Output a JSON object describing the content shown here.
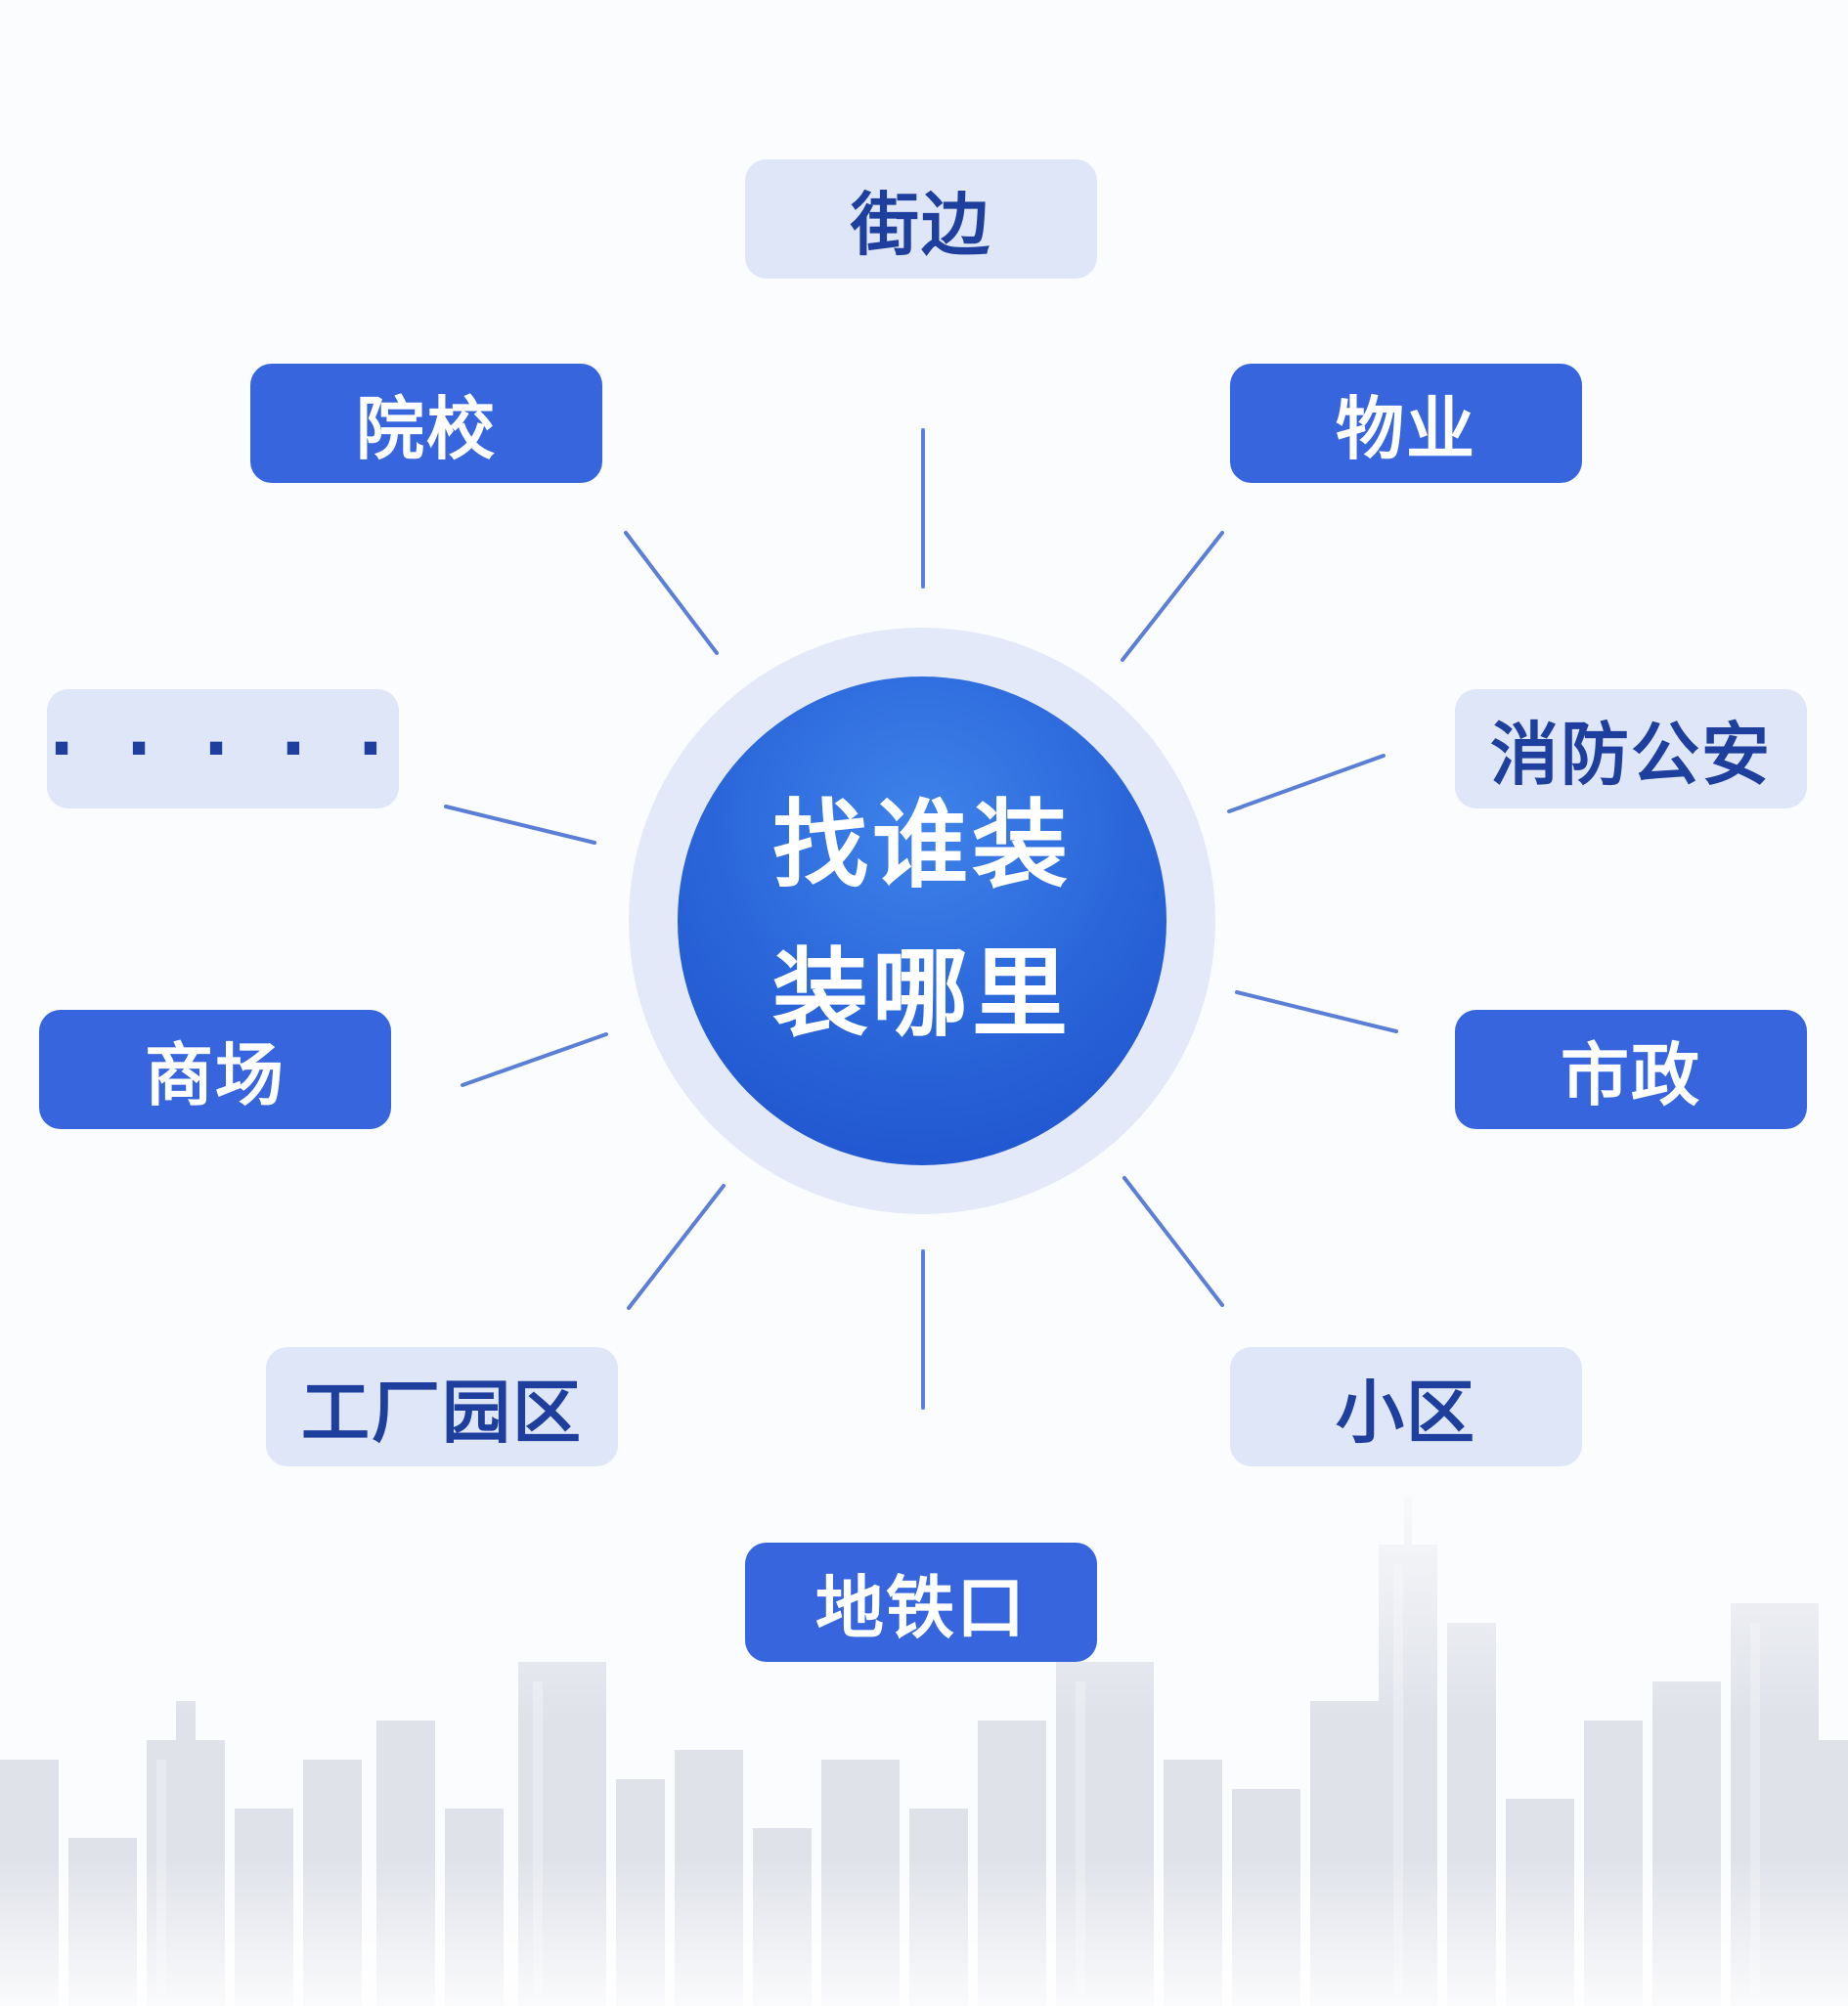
{
  "hub": {
    "line1": "找谁装",
    "line2": "装哪里"
  },
  "nodes": {
    "jiebian": "街边",
    "yuanxiao": "院校",
    "wuye": "物业",
    "more": "· · · · ·",
    "xiaofang": "消防公安",
    "shangchang": "商场",
    "shizheng": "市政",
    "gongchang": "工厂园区",
    "xiaoqu": "小区",
    "ditie": "地铁口"
  },
  "colors": {
    "accent": "#3665de",
    "light_box": "#dfe6f7",
    "light_text": "#1f3f9e",
    "ray": "#5b7fd6",
    "skyline": "#d4d8e0"
  }
}
